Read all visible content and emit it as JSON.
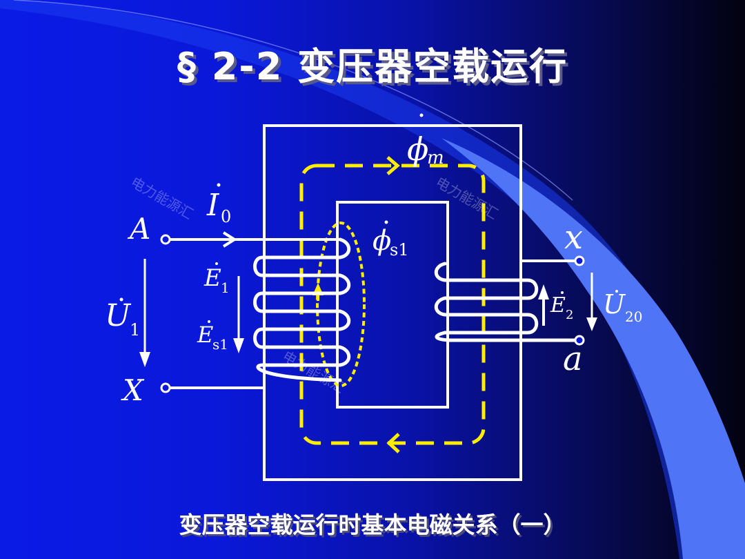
{
  "slide": {
    "title": "§ 2-2 变压器空载运行",
    "caption": "变压器空载运行时基本电磁关系（一）",
    "watermark": "电力能源汇"
  },
  "diagram": {
    "terminals": {
      "primary_top": "A",
      "primary_bottom": "X",
      "secondary_top": "x",
      "secondary_bottom": "a"
    },
    "quantities": {
      "main_flux": {
        "base": "ϕ",
        "sub": "m"
      },
      "leakage_flux": {
        "base": "ϕ",
        "sub": "s1"
      },
      "no_load_current": {
        "base": "I",
        "sub": "0"
      },
      "primary_voltage": {
        "base": "U",
        "sub": "1"
      },
      "primary_emf": {
        "base": "E",
        "sub": "1"
      },
      "primary_leakage_emf": {
        "base": "E",
        "sub": "s1"
      },
      "secondary_emf": {
        "base": "E",
        "sub": "2"
      },
      "secondary_voltage": {
        "base": "U",
        "sub": "20"
      }
    }
  },
  "colors": {
    "background": "#0a18d8",
    "flux": "#ffee00",
    "lines": "#ffffff",
    "swoosh": "#4f74f5"
  }
}
